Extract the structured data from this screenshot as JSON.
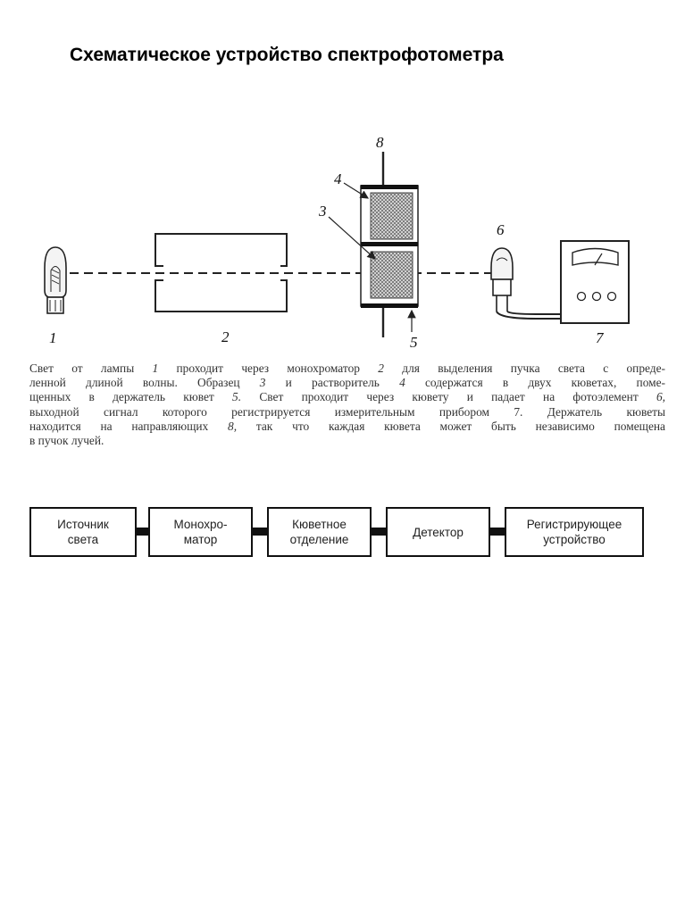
{
  "title": "Схематическое устройство спектрофотометра",
  "labels": {
    "lamp": "1",
    "monochromator": "2",
    "sample": "3",
    "solvent": "4",
    "holder": "5",
    "photocell": "6",
    "meter": "7",
    "guides": "8"
  },
  "caption_lines": [
    [
      "Свет от лампы ",
      {
        "i": "1"
      },
      " проходит через монохроматор ",
      {
        "i": "2"
      },
      " для выделения пучка света с опреде-"
    ],
    [
      "ленной длиной волны. Образец ",
      {
        "i": "3"
      },
      " и растворитель ",
      {
        "i": "4"
      },
      " содержатся в двух кюветах, поме-"
    ],
    [
      "щенных в держатель кювет ",
      {
        "i": "5."
      },
      " Свет проходит через кювету и падает на фотоэлемент ",
      {
        "i": "6,"
      }
    ],
    [
      "выходной сигнал которого регистрируется измерительным прибором 7. Держатель кюветы"
    ],
    [
      "находится на направляющих ",
      {
        "i": "8,"
      },
      " так что каждая кювета может быть независимо помещена"
    ],
    [
      "в пучок лучей."
    ]
  ],
  "flow": [
    {
      "key": "source",
      "label": "Источник\nсвета"
    },
    {
      "key": "mono",
      "label": "Монохро-\nматор"
    },
    {
      "key": "cuvette",
      "label": "Кюветное\nотделение"
    },
    {
      "key": "detector",
      "label": "Детектор"
    },
    {
      "key": "recorder",
      "label": "Регистрирующее\nустройство"
    }
  ]
}
